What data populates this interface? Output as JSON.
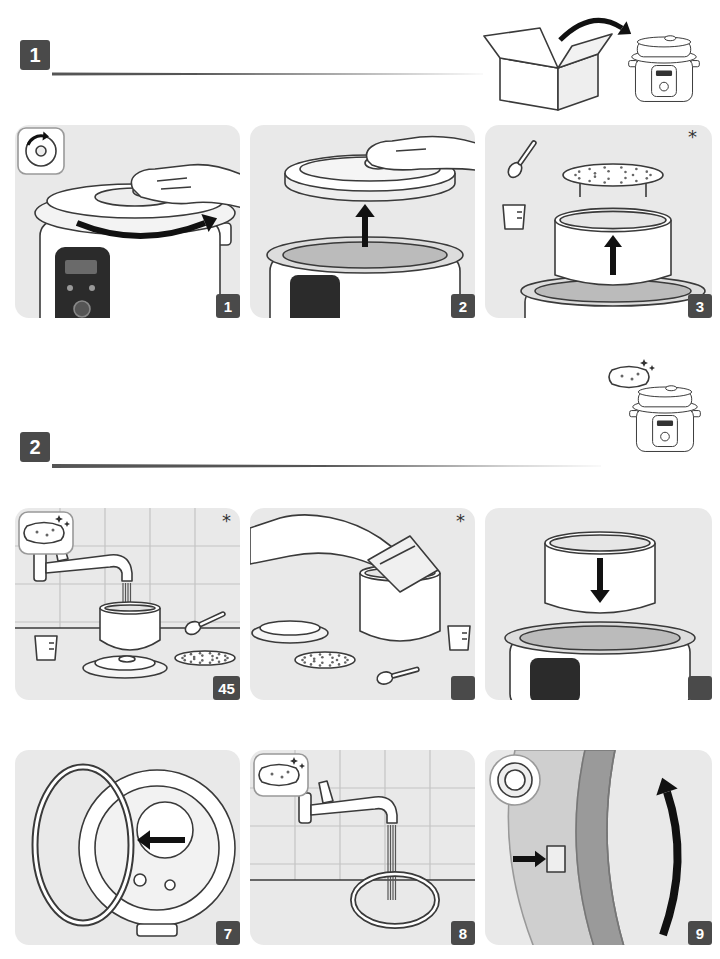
{
  "diagram": {
    "nodes": [
      {
        "text": [
          "1"
        ]
      },
      {
        "text": [
          "1"
        ]
      },
      {
        "text": [
          "2"
        ]
      },
      {
        "text": [
          "3"
        ]
      },
      {
        "text": [
          "2"
        ]
      },
      {
        "text": [
          "45"
        ]
      },
      {
        "text": [
          "7"
        ]
      },
      {
        "text": [
          "8"
        ]
      },
      {
        "text": [
          "9"
        ]
      }
    ],
    "labels": [
      "*",
      "*",
      "*"
    ]
  }
}
